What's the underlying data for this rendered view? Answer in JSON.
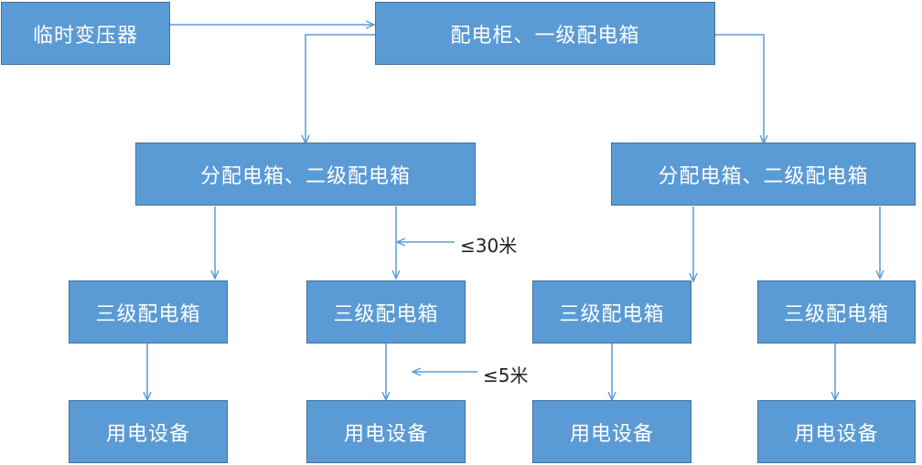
{
  "nodes": {
    "transformer": "临时变压器",
    "main_cabinet": "配电柜、一级配电箱",
    "sub_left": "分配电箱、二级配电箱",
    "sub_right": "分配电箱、二级配电箱",
    "l3_1": "三级配电箱",
    "l3_2": "三级配电箱",
    "l3_3": "三级配电箱",
    "l3_4": "三级配电箱",
    "eq_1": "用电设备",
    "eq_2": "用电设备",
    "eq_3": "用电设备",
    "eq_4": "用电设备"
  },
  "annotations": {
    "distance_30": "≤30米",
    "distance_5": "≤5米"
  },
  "colors": {
    "box_fill": "#5b9bd5",
    "box_border": "#41719c",
    "arrow": "#5b9bd5"
  }
}
